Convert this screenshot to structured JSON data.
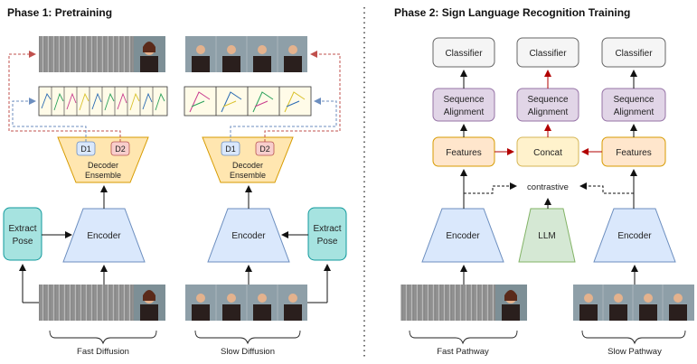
{
  "phase1": {
    "title": "Phase 1: Pretraining",
    "extract_pose": [
      "Extract",
      "Pose"
    ],
    "encoder": "Encoder",
    "decoder": [
      "Decoder",
      "Ensemble"
    ],
    "d1": "D1",
    "d2": "D2",
    "fast_caption": "Fast Diffusion",
    "slow_caption": "Slow Diffusion"
  },
  "phase2": {
    "title": "Phase 2: Sign Language Recognition Training",
    "classifier": "Classifier",
    "sequence_alignment": [
      "Sequence",
      "Alignment"
    ],
    "features": "Features",
    "concat": "Concat",
    "contrastive": "contrastive",
    "encoder": "Encoder",
    "llm": "LLM",
    "fast_caption": "Fast Pathway",
    "slow_caption": "Slow Pathway"
  },
  "colors": {
    "encoder_fill": "#dae8fc",
    "encoder_stroke": "#6c8ebf",
    "pose_fill": "#a6e3e0",
    "pose_stroke": "#10999c",
    "decoder_fill": "#ffe6b0",
    "decoder_stroke": "#d79b00",
    "seq_fill": "#e1d5e7",
    "seq_stroke": "#9673a6",
    "features_fill": "#ffe6cc",
    "concat_fill": "#fff2cc",
    "llm_fill": "#d5e8d4",
    "llm_stroke": "#82b366",
    "red_arrow": "#b20000",
    "red_dash": "#c0504d",
    "blue_dash": "#6c8ebf"
  }
}
